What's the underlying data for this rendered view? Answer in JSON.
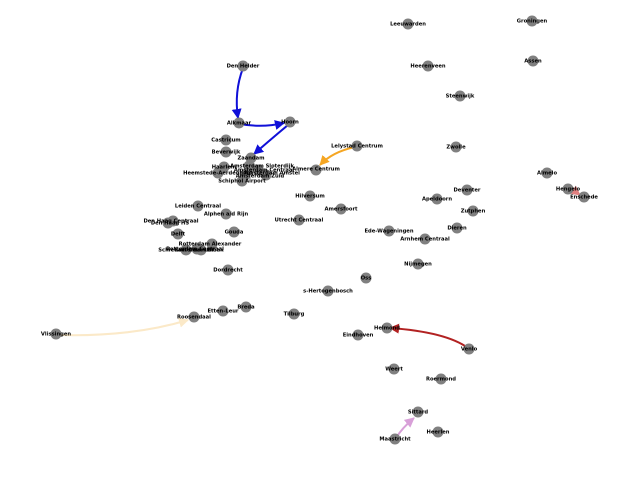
{
  "stations": {
    "leeuwarden": "Leeuwarden",
    "groningen": "Groningen",
    "heerenveen": "Heerenveen",
    "assen": "Assen",
    "den_helder": "Den Helder",
    "steenwijk": "Steenwijk",
    "alkmaar": "Alkmaar",
    "hoorn": "Hoorn",
    "castricum": "Castricum",
    "lelystad": "Lelystad Centrum",
    "zwolle": "Zwolle",
    "beverwijk": "Beverwijk",
    "zaandam": "Zaandam",
    "haarlem": "Haarlem",
    "amsterdam_sloterdijk": "Amsterdam Sloterdijk",
    "amsterdam_centraal": "Amsterdam Centraal",
    "almere": "Almere Centrum",
    "heemstede": "Heemstede-Aerdenhout",
    "amsterdam_zuid": "Amsterdam Zuid",
    "amsterdam_amstel": "Amsterdam Amstel",
    "schiphol": "Schiphol Airport",
    "almelo": "Almelo",
    "hengelo": "Hengelo",
    "enschede": "Enschede",
    "deventer": "Deventer",
    "hilversum": "Hilversum",
    "apeldoorn": "Apeldoorn",
    "leiden": "Leiden Centraal",
    "amersfoort": "Amersfoort",
    "zutphen": "Zutphen",
    "alphen": "Alphen a/d Rijn",
    "utrecht": "Utrecht Centraal",
    "den_haag_centraal": "Den Haag Centraal",
    "den_haag_hs": "Den Haag HS",
    "ede": "Ede-Wageningen",
    "dieren": "Dieren",
    "gouda": "Gouda",
    "delft": "Delft",
    "arnhem": "Arnhem Centraal",
    "rotterdam_alexander": "Rotterdam Alexander",
    "schiedam": "Schiedam Centrum",
    "rotterdam_centraal": "Rotterdam Centraal",
    "rotterdam_blaak": "Rotterdam Blaak",
    "nijmegen": "Nijmegen",
    "dordrecht": "Dordrecht",
    "oss": "Oss",
    "den_bosch": "s-Hertogenbosch",
    "breda": "Breda",
    "etten_leur": "Etten-Leur",
    "tilburg": "Tilburg",
    "roosendaal": "Roosendaal",
    "vlissingen": "Vlissingen",
    "helmond": "Helmond",
    "eindhoven": "Eindhoven",
    "venlo": "Venlo",
    "weert": "Weert",
    "roermond": "Roermond",
    "sittard": "Sittard",
    "heerlen": "Heerlen",
    "maastricht": "Maastricht"
  },
  "routes": [
    {
      "from": "den_helder",
      "to": "alkmaar",
      "color": "#1010d8"
    },
    {
      "from": "alkmaar",
      "to": "hoorn",
      "color": "#1010d8"
    },
    {
      "from": "hoorn",
      "to": "zaandam",
      "color": "#1010d8"
    },
    {
      "from": "lelystad",
      "to": "almere",
      "color": "#f5a623"
    },
    {
      "from": "vlissingen",
      "to": "roosendaal",
      "color": "#fbe9c8"
    },
    {
      "from": "venlo",
      "to": "helmond",
      "color": "#b22222"
    },
    {
      "from": "maastricht",
      "to": "sittard",
      "color": "#d8a0d8"
    },
    {
      "from": "hengelo",
      "to": "enschede",
      "color": "#e08080"
    }
  ]
}
